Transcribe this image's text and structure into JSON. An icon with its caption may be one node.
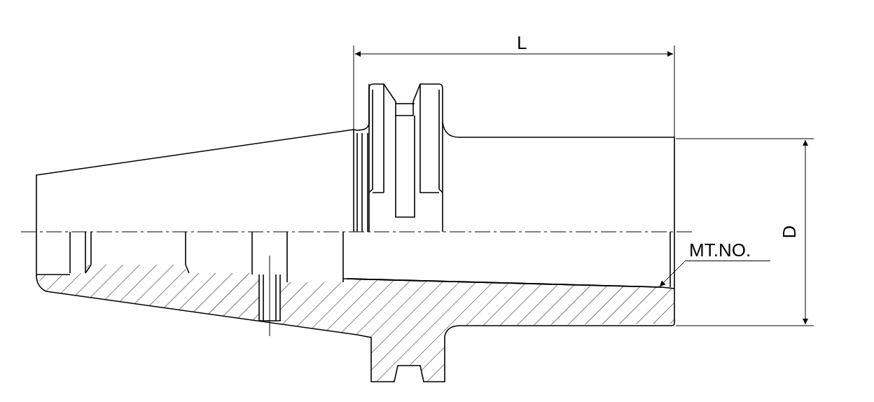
{
  "diagram": {
    "nodes": [
      {
        "text": [
          "MT.NO."
        ]
      },
      {
        "text": [],
        "shape": "line"
      }
    ],
    "edges": [
      {
        "from": 0,
        "to": 1,
        "arrow": "to"
      }
    ],
    "labels": [
      "L",
      "D"
    ]
  }
}
